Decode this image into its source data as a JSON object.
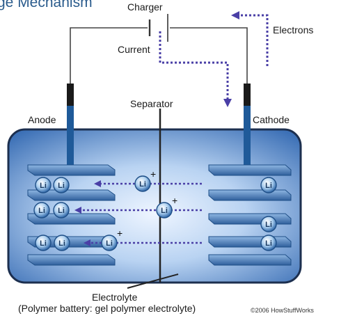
{
  "title": "ge Mechanism",
  "labels": {
    "charger": "Charger",
    "current": "Current",
    "electrons": "Electrons",
    "separator": "Separator",
    "anode": "Anode",
    "cathode": "Cathode",
    "electrolyte": "Electrolyte",
    "electrolyte_note": "(Polymer battery: gel polymer electrolyte)",
    "credit": "©2006 HowStuffWorks"
  },
  "ion": {
    "symbol": "Li",
    "charge": "+"
  },
  "colors": {
    "wire": "#444444",
    "electrode": "#1f5a99",
    "plate": "#4a7fb8",
    "ion_fill": "#7fb0e0",
    "ion_stroke": "#1f4f87",
    "arrow": "#4a3fa6",
    "cell_edge": "#1c2f4f"
  }
}
